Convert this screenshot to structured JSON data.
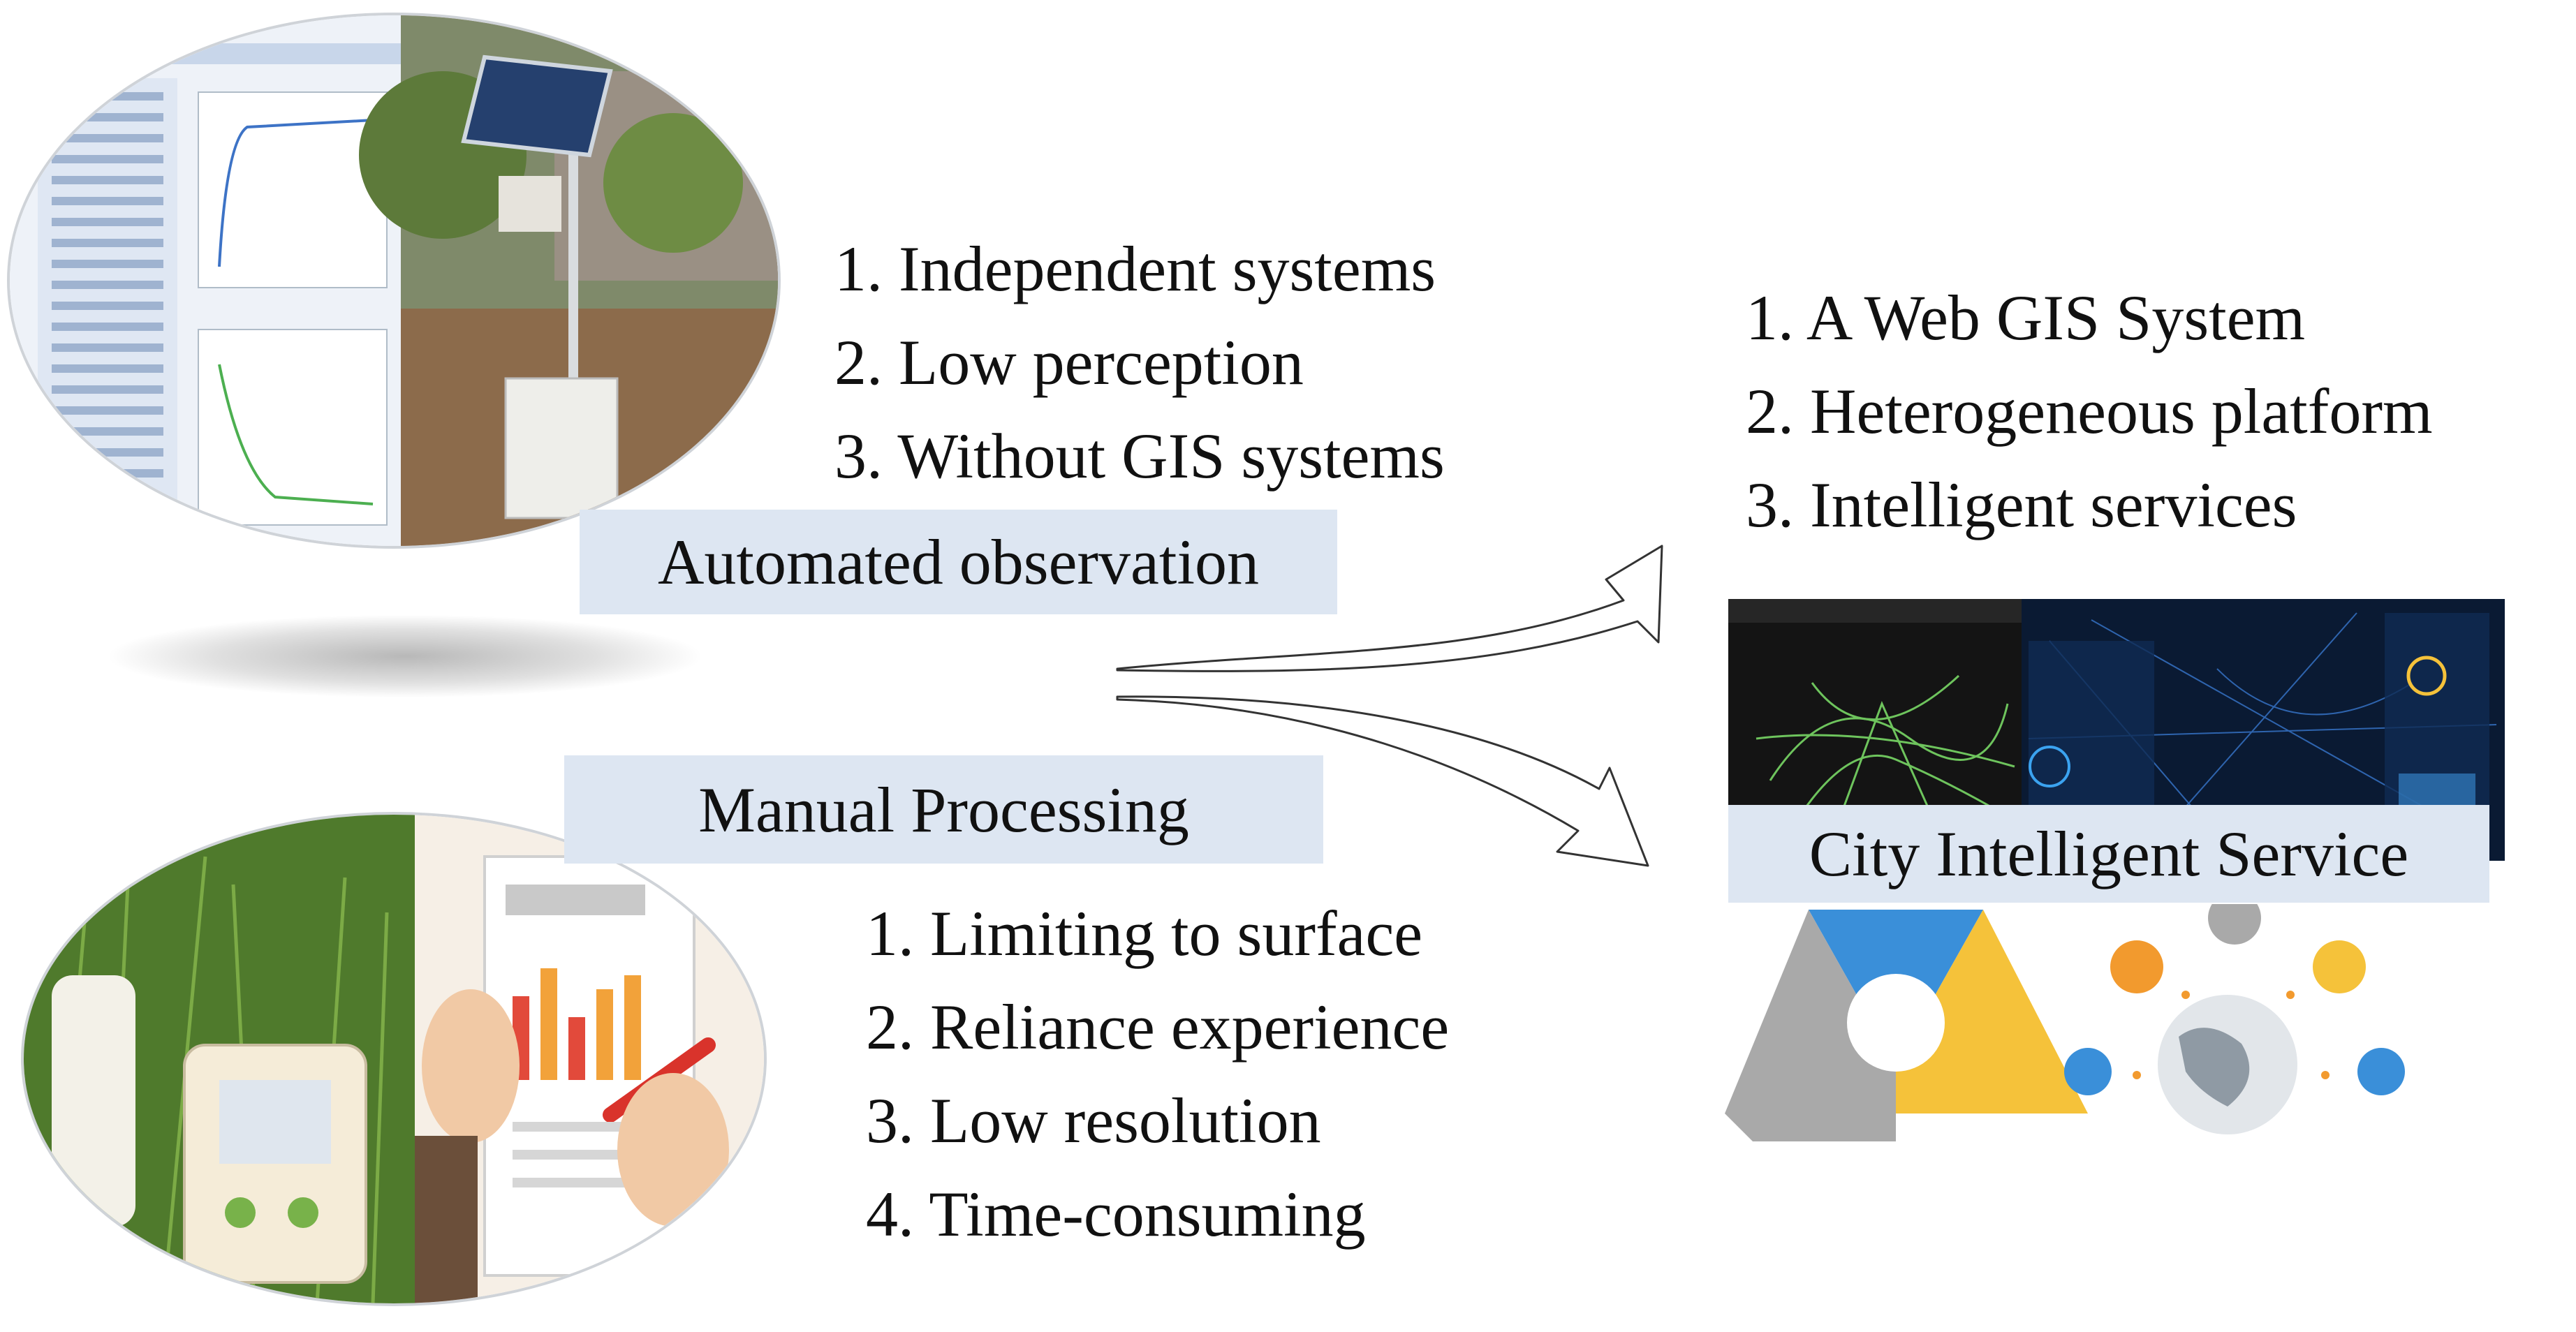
{
  "automated": {
    "label": "Automated observation",
    "items": [
      "1. Independent systems",
      "2. Low perception",
      "3. Without GIS systems"
    ]
  },
  "manual": {
    "label": "Manual Processing",
    "items": [
      "1. Limiting to surface",
      "2. Reliance experience",
      "3. Low resolution",
      "4. Time-consuming"
    ]
  },
  "city": {
    "label": "City Intelligent Service",
    "items": [
      "1. A Web GIS System",
      "2. Heterogeneous platform",
      "3. Intelligent services"
    ]
  },
  "colors": {
    "label_bg": "#dde6f2",
    "map_dark": "#0a1a33",
    "route_green": "#7ee36a",
    "service_orange": "#f29a2e",
    "service_blue": "#3a8fd9",
    "service_yellow": "#f5c23a"
  }
}
